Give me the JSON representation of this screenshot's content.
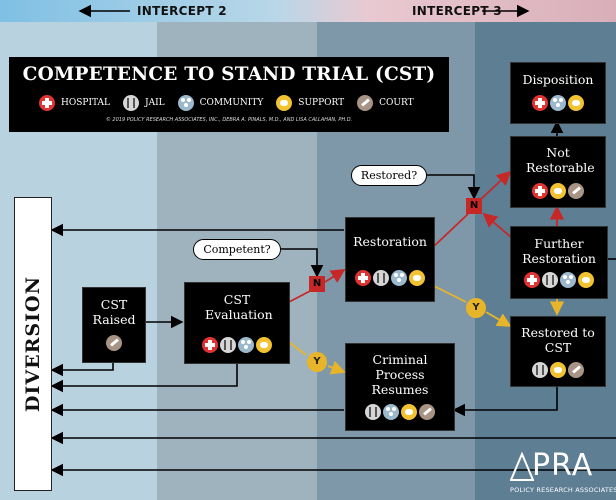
{
  "header": {
    "intercept_left": "INTERCEPT 2",
    "intercept_right": "INTERCEPT 3"
  },
  "title": {
    "text": "COMPETENCE TO STAND TRIAL (CST)",
    "legend": [
      {
        "icon": "hospital-icon",
        "label": "HOSPITAL"
      },
      {
        "icon": "jail-icon",
        "label": "JAIL"
      },
      {
        "icon": "community-icon",
        "label": "COMMUNITY"
      },
      {
        "icon": "support-icon",
        "label": "SUPPORT"
      },
      {
        "icon": "court-icon",
        "label": "COURT"
      }
    ],
    "copyright": "© 2019 POLICY RESEARCH ASSOCIATES, INC., DEBRA A. PINALS, M.D., AND LISA CALLAHAN, PH.D."
  },
  "diversion": "DIVERSION",
  "nodes": {
    "cst_raised": "CST Raised",
    "cst_evaluation": "CST Evaluation",
    "restoration": "Restoration",
    "criminal_process": "Criminal Process Resumes",
    "disposition": "Disposition",
    "not_restorable": "Not Restorable",
    "further_restoration": "Further Restoration",
    "restored_to_cst": "Restored to CST"
  },
  "questions": {
    "competent": "Competent?",
    "restored": "Restored?"
  },
  "decisions": {
    "no": "N",
    "yes": "Y"
  },
  "colors": {
    "hospital": "#e23333",
    "jail": "#d6d6d6",
    "community": "#9bb8cc",
    "support": "#f2c231",
    "court": "#a89484",
    "no_path": "#c62828",
    "yes_path": "#e8b52a"
  },
  "logo": {
    "brand": "PRA",
    "tagline": "POLICY RESEARCH ASSOCIATES"
  }
}
